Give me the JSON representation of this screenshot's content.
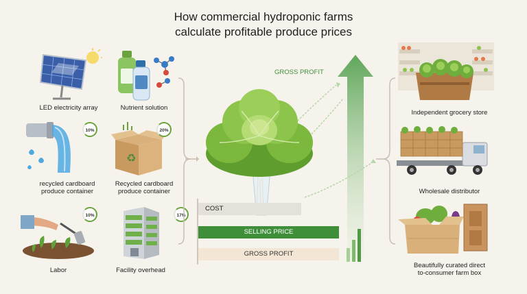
{
  "title": "How commercial hydroponic farms\ncalculate profitable produce prices",
  "inputs": [
    {
      "label": "LED electricity array"
    },
    {
      "label": "Nutrient solution"
    },
    {
      "label": "recycled cardboard\nproduce container",
      "percent": "10%"
    },
    {
      "label": "Recycled cardboard\nproduce container",
      "percent": "20%"
    },
    {
      "label": "Labor",
      "percent": "10%"
    },
    {
      "label": "Facility overhead",
      "percent": "17%"
    }
  ],
  "bars": {
    "cost": "COST",
    "selling_price": "SELLING PRICE",
    "gross_profit": "GROSS PROFIT"
  },
  "arrow_label": "GROSS PROFIT",
  "outputs": [
    {
      "label": "Independent grocery store"
    },
    {
      "label": "Wholesale distributor"
    },
    {
      "label": "Beautifully curated direct\nto-consumer farm box"
    }
  ],
  "colors": {
    "accent_green": "#3f8f3a",
    "light_green": "#a8cf98",
    "cost_gray": "#e4e0da"
  }
}
